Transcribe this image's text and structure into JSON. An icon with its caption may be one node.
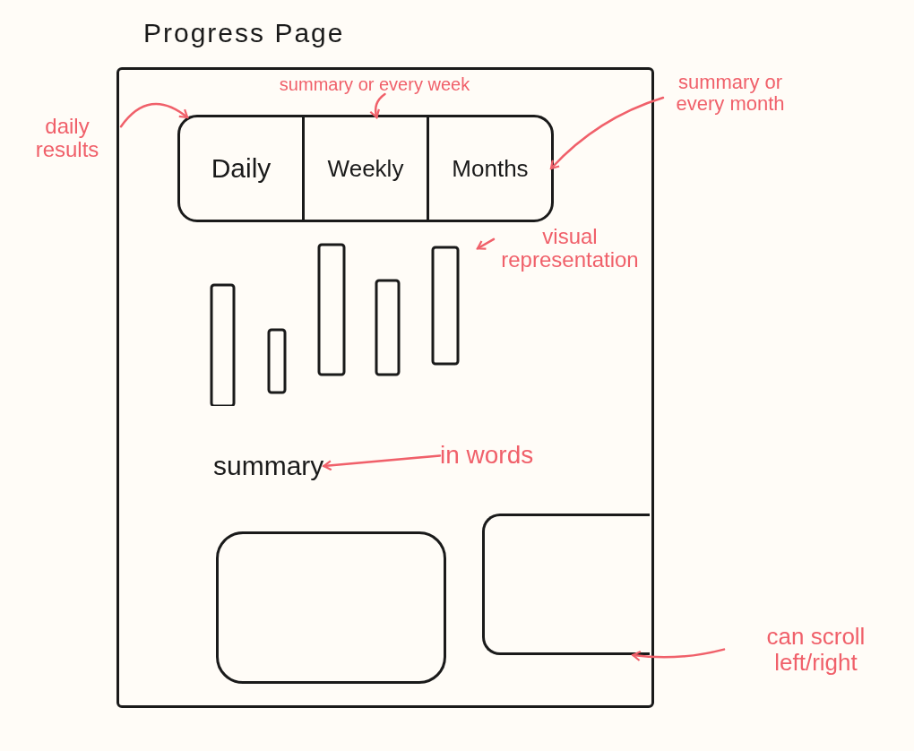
{
  "diagram": {
    "nodes": [
      {
        "text": [
          "Progress Page"
        ]
      },
      {
        "text": [],
        "shape": "box",
        "in": 0
      },
      {
        "text": [
          "Daily"
        ],
        "in": 1
      },
      {
        "text": [
          "Weekly"
        ],
        "in": 1
      },
      {
        "text": [
          "Months"
        ],
        "in": 1
      },
      {
        "text": [],
        "shape": "picture",
        "in": 0
      },
      {
        "text": [
          "summary"
        ],
        "in": 0
      },
      {
        "text": [],
        "shape": "box",
        "in": 0
      },
      {
        "text": [],
        "shape": "box",
        "in": 0
      },
      {
        "text": [
          "daily results"
        ]
      },
      {
        "text": [
          "summary or every week"
        ],
        "in": 0
      },
      {
        "text": [
          "summary or every month"
        ]
      },
      {
        "text": [
          "visual representation"
        ],
        "in": 0
      },
      {
        "text": [
          "in words"
        ],
        "in": 0
      },
      {
        "text": [
          "can scroll left/right"
        ]
      }
    ],
    "edges": [
      {
        "from": 9,
        "to": 2,
        "arrow": "to"
      },
      {
        "from": 10,
        "to": 3,
        "arrow": "to"
      },
      {
        "from": 11,
        "to": 4,
        "arrow": "to"
      },
      {
        "from": 12,
        "to": 5,
        "arrow": "to"
      },
      {
        "from": 13,
        "to": 6,
        "arrow": "to"
      },
      {
        "from": 14,
        "to": 8,
        "arrow": "to"
      }
    ]
  }
}
